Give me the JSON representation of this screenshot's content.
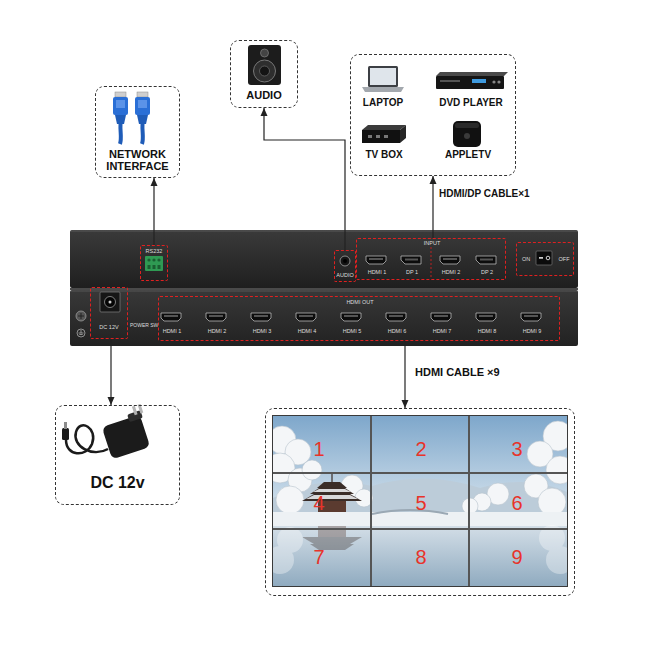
{
  "diagram": {
    "nodes": [
      {
        "text": [
          "AUDIO"
        ]
      },
      {
        "text": [
          "LAPTOP",
          "DVD PLAYER",
          "TV BOX",
          "APPLETV"
        ]
      },
      {
        "text": [
          "NETWORK INTERFACE"
        ]
      },
      {
        "text": [
          "RS232"
        ]
      },
      {
        "text": [
          "AUDIO"
        ]
      },
      {
        "text": [
          "INPUT",
          "HDMI 1",
          "DP 1",
          "HDMI 2",
          "DP 2"
        ]
      },
      {
        "text": [
          "ON",
          "OFF"
        ]
      },
      {
        "text": [
          "DC 12V"
        ]
      },
      {
        "text": [
          "HDMI OUT",
          "HDMI 1",
          "HDMI 2",
          "HDMI 3",
          "HDMI 4",
          "HDMI 5",
          "HDMI 6",
          "HDMI 7",
          "HDMI 8",
          "HDMI 9"
        ]
      },
      {
        "text": [
          "DC 12v"
        ]
      },
      {
        "text": [
          "1",
          "2",
          "3",
          "4",
          "5",
          "6",
          "7",
          "8",
          "9"
        ]
      }
    ],
    "edges": [
      {
        "from": 3,
        "to": 2,
        "arrow": "to"
      },
      {
        "from": 4,
        "to": 0,
        "arrow": "to"
      },
      {
        "from": 5,
        "to": 1,
        "label": "HDMI/DP CABLE×1",
        "arrow": "to"
      },
      {
        "from": 7,
        "to": 9,
        "arrow": "to"
      },
      {
        "from": 8,
        "to": 10,
        "label": "HDMI CABLE ×9",
        "arrow": "to"
      }
    ],
    "labels": [
      "POWER SW"
    ]
  }
}
